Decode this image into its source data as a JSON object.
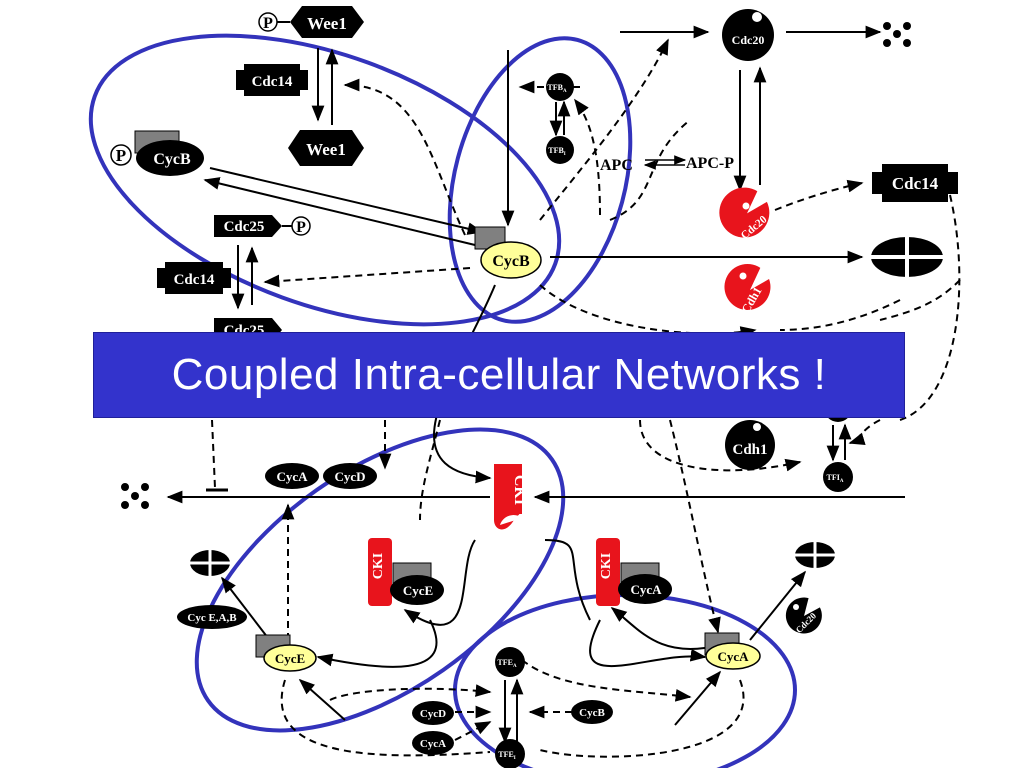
{
  "banner": {
    "title": "Coupled Intra-cellular Networks !"
  },
  "colors": {
    "ellipse": "#3333bb",
    "cki": "#e8141c",
    "cyclin": "#ffff99",
    "kinase_box": "#808080",
    "banner_bg": "#3333cc"
  },
  "nodes": {
    "wee1_p": "Wee1",
    "wee1": "Wee1",
    "cdc14_left_top": "Cdc14",
    "cdc14_left_mid": "Cdc14",
    "cdc14_right": "Cdc14",
    "cycb_p": "CycB",
    "cdc25_p": "Cdc25",
    "cdc25": "Cdc25",
    "cycb_center": "CycB",
    "cdc20_top": "Cdc20",
    "tfb_a": "TFB",
    "tfb_a_sub": "A",
    "tfb_i": "TFB",
    "tfb_i_sub": "I",
    "apc": "APC",
    "apc_p": "APC-P",
    "cdc20_active": "Cdc20",
    "cdh1_active": "Cdh1",
    "cdh1": "Cdh1",
    "tfi_a": "TFI",
    "tfi_a_sub": "A",
    "cyca_pill": "CycA",
    "cycd_pill": "CycD",
    "cki_top": "CKI",
    "cki_cyce": "CKI",
    "cki_cyca": "CKI",
    "cyce_complex": "CycE",
    "cyca_complex": "CycA",
    "cyc_eab": "Cyc E,A,B",
    "cyce": "CycE",
    "cyca": "CycA",
    "cdc20_small": "Cdc20",
    "tfe_a": "TFE",
    "tfe_a_sub": "A",
    "tfe_i": "TFE",
    "tfe_i_sub": "I",
    "cycd_bottom": "CycD",
    "cyca_bottom": "CycA",
    "cycb_bottom": "CycB",
    "phospho": "P"
  }
}
